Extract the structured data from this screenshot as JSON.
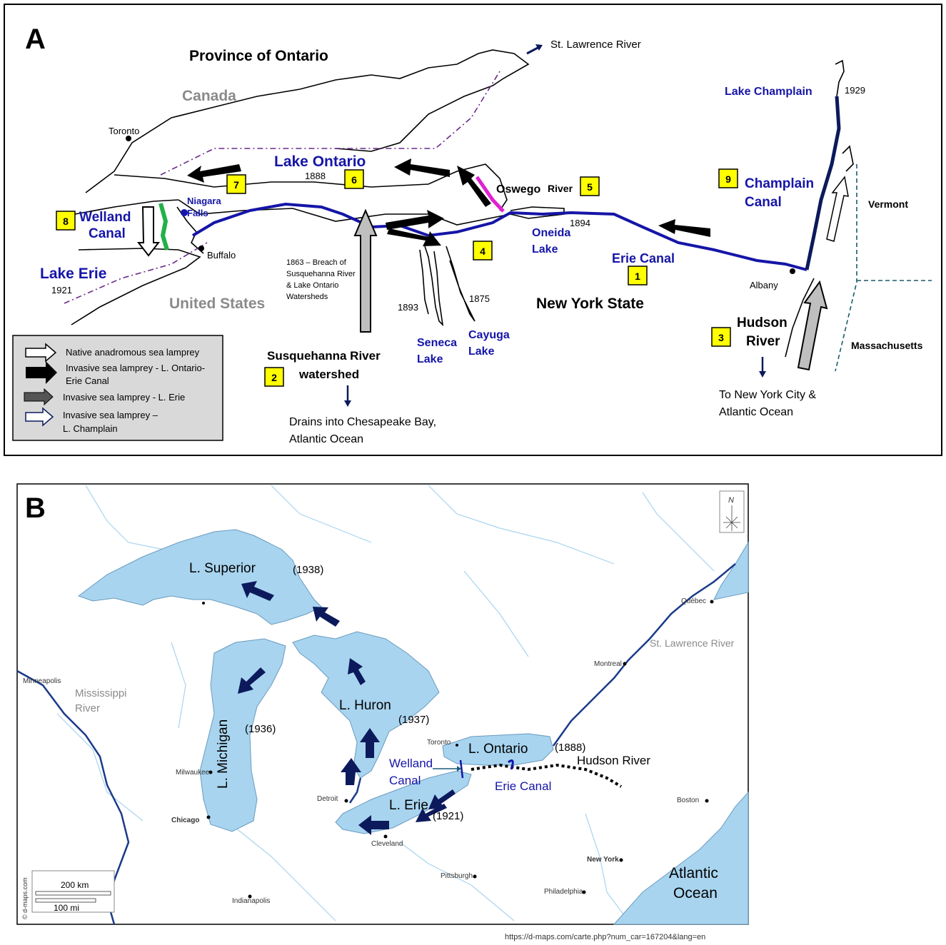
{
  "panel_a": {
    "letter": "A",
    "province": "Province of Ontario",
    "st_lawrence": "St. Lawrence River",
    "canada": "Canada",
    "toronto": "Toronto",
    "lake_ontario": "Lake  Ontario",
    "lake_ontario_year": "1888",
    "oswego": "Oswego",
    "oswego_river": "River",
    "oneida_line1": "Oneida",
    "oneida_line2": "Lake",
    "oneida_year": "1894",
    "erie_canal": "Erie Canal",
    "nys": "New York State",
    "lake_champlain": "Lake  Champlain",
    "champlain_year": "1929",
    "champlain_canal_1": "Champlain",
    "champlain_canal_2": "Canal",
    "vermont": "Vermont",
    "massachusetts": "Massachusetts",
    "albany": "Albany",
    "hudson_1": "Hudson",
    "hudson_2": "River",
    "to_nyc_1": "To New York City &",
    "to_nyc_2": "Atlantic Ocean",
    "niagara_1": "Niagara",
    "niagara_2": "Falls",
    "welland_1": "Welland",
    "welland_2": "Canal",
    "buffalo": "Buffalo",
    "lake_erie": "Lake  Erie",
    "lake_erie_year": "1921",
    "united_states": "United States",
    "breach_1": "1863 – Breach of",
    "breach_2": "Susquehanna River",
    "breach_3": "& Lake Ontario",
    "breach_4": "Watersheds",
    "susq_1": "Susquehanna River",
    "susq_2": "watershed",
    "drains_1": "Drains into Chesapeake Bay,",
    "drains_2": "Atlantic Ocean",
    "seneca_1": "Seneca",
    "seneca_2": "Lake",
    "seneca_year": "1893",
    "cayuga_1": "Cayuga",
    "cayuga_2": "Lake",
    "cayuga_year": "1875",
    "boxes": [
      "1",
      "2",
      "3",
      "4",
      "5",
      "6",
      "7",
      "8",
      "9"
    ],
    "legend": {
      "native": "Native anadromous sea lamprey",
      "invasive_ont_1": "Invasive sea lamprey - L. Ontario-",
      "invasive_ont_2": "Erie Canal",
      "invasive_erie": "Invasive sea lamprey - L. Erie",
      "invasive_champ_1": "Invasive sea lamprey –",
      "invasive_champ_2": "L.  Champlain"
    }
  },
  "panel_b": {
    "letter": "B",
    "superior": "L. Superior",
    "superior_year": "(1938)",
    "michigan": "L. Michigan",
    "michigan_year": "(1936)",
    "huron": "L. Huron",
    "huron_year": "(1937)",
    "ontario": "L. Ontario",
    "ontario_year": "(1888)",
    "erie": "L. Erie",
    "erie_year": "(1921)",
    "welland_1": "Welland",
    "welland_2": "Canal",
    "erie_canal": "Erie Canal",
    "hudson": "Hudson River",
    "mississippi_1": "Mississippi",
    "mississippi_2": "River",
    "st_lawrence": "St. Lawrence River",
    "atlantic_1": "Atlantic",
    "atlantic_2": "Ocean",
    "cities": {
      "quebec": "Québec",
      "montreal": "Montreal",
      "minneapolis": "Minneapolis",
      "milwaukee": "Milwaukee",
      "chicago": "Chicago",
      "detroit": "Detroit",
      "toronto": "Toronto",
      "cleveland": "Cleveland",
      "pittsburgh": "Pittsburgh",
      "indianapolis": "Indianapolis",
      "boston": "Boston",
      "new_york": "New York",
      "philadelphia": "Philadelphia"
    },
    "scale_km": "200 km",
    "scale_mi": "100 mi",
    "compass": "N",
    "credit": "© d-maps.com",
    "url": "https://d-maps.com/carte.php?num_car=167204&lang=en"
  },
  "colors": {
    "water": "#a8d4ef",
    "canal_blue": "#1515a8",
    "arrow_navy": "#0c1a5c",
    "box_yellow": "#ffff00",
    "oswego_magenta": "#e020d0",
    "welland_green": "#22b04a"
  }
}
